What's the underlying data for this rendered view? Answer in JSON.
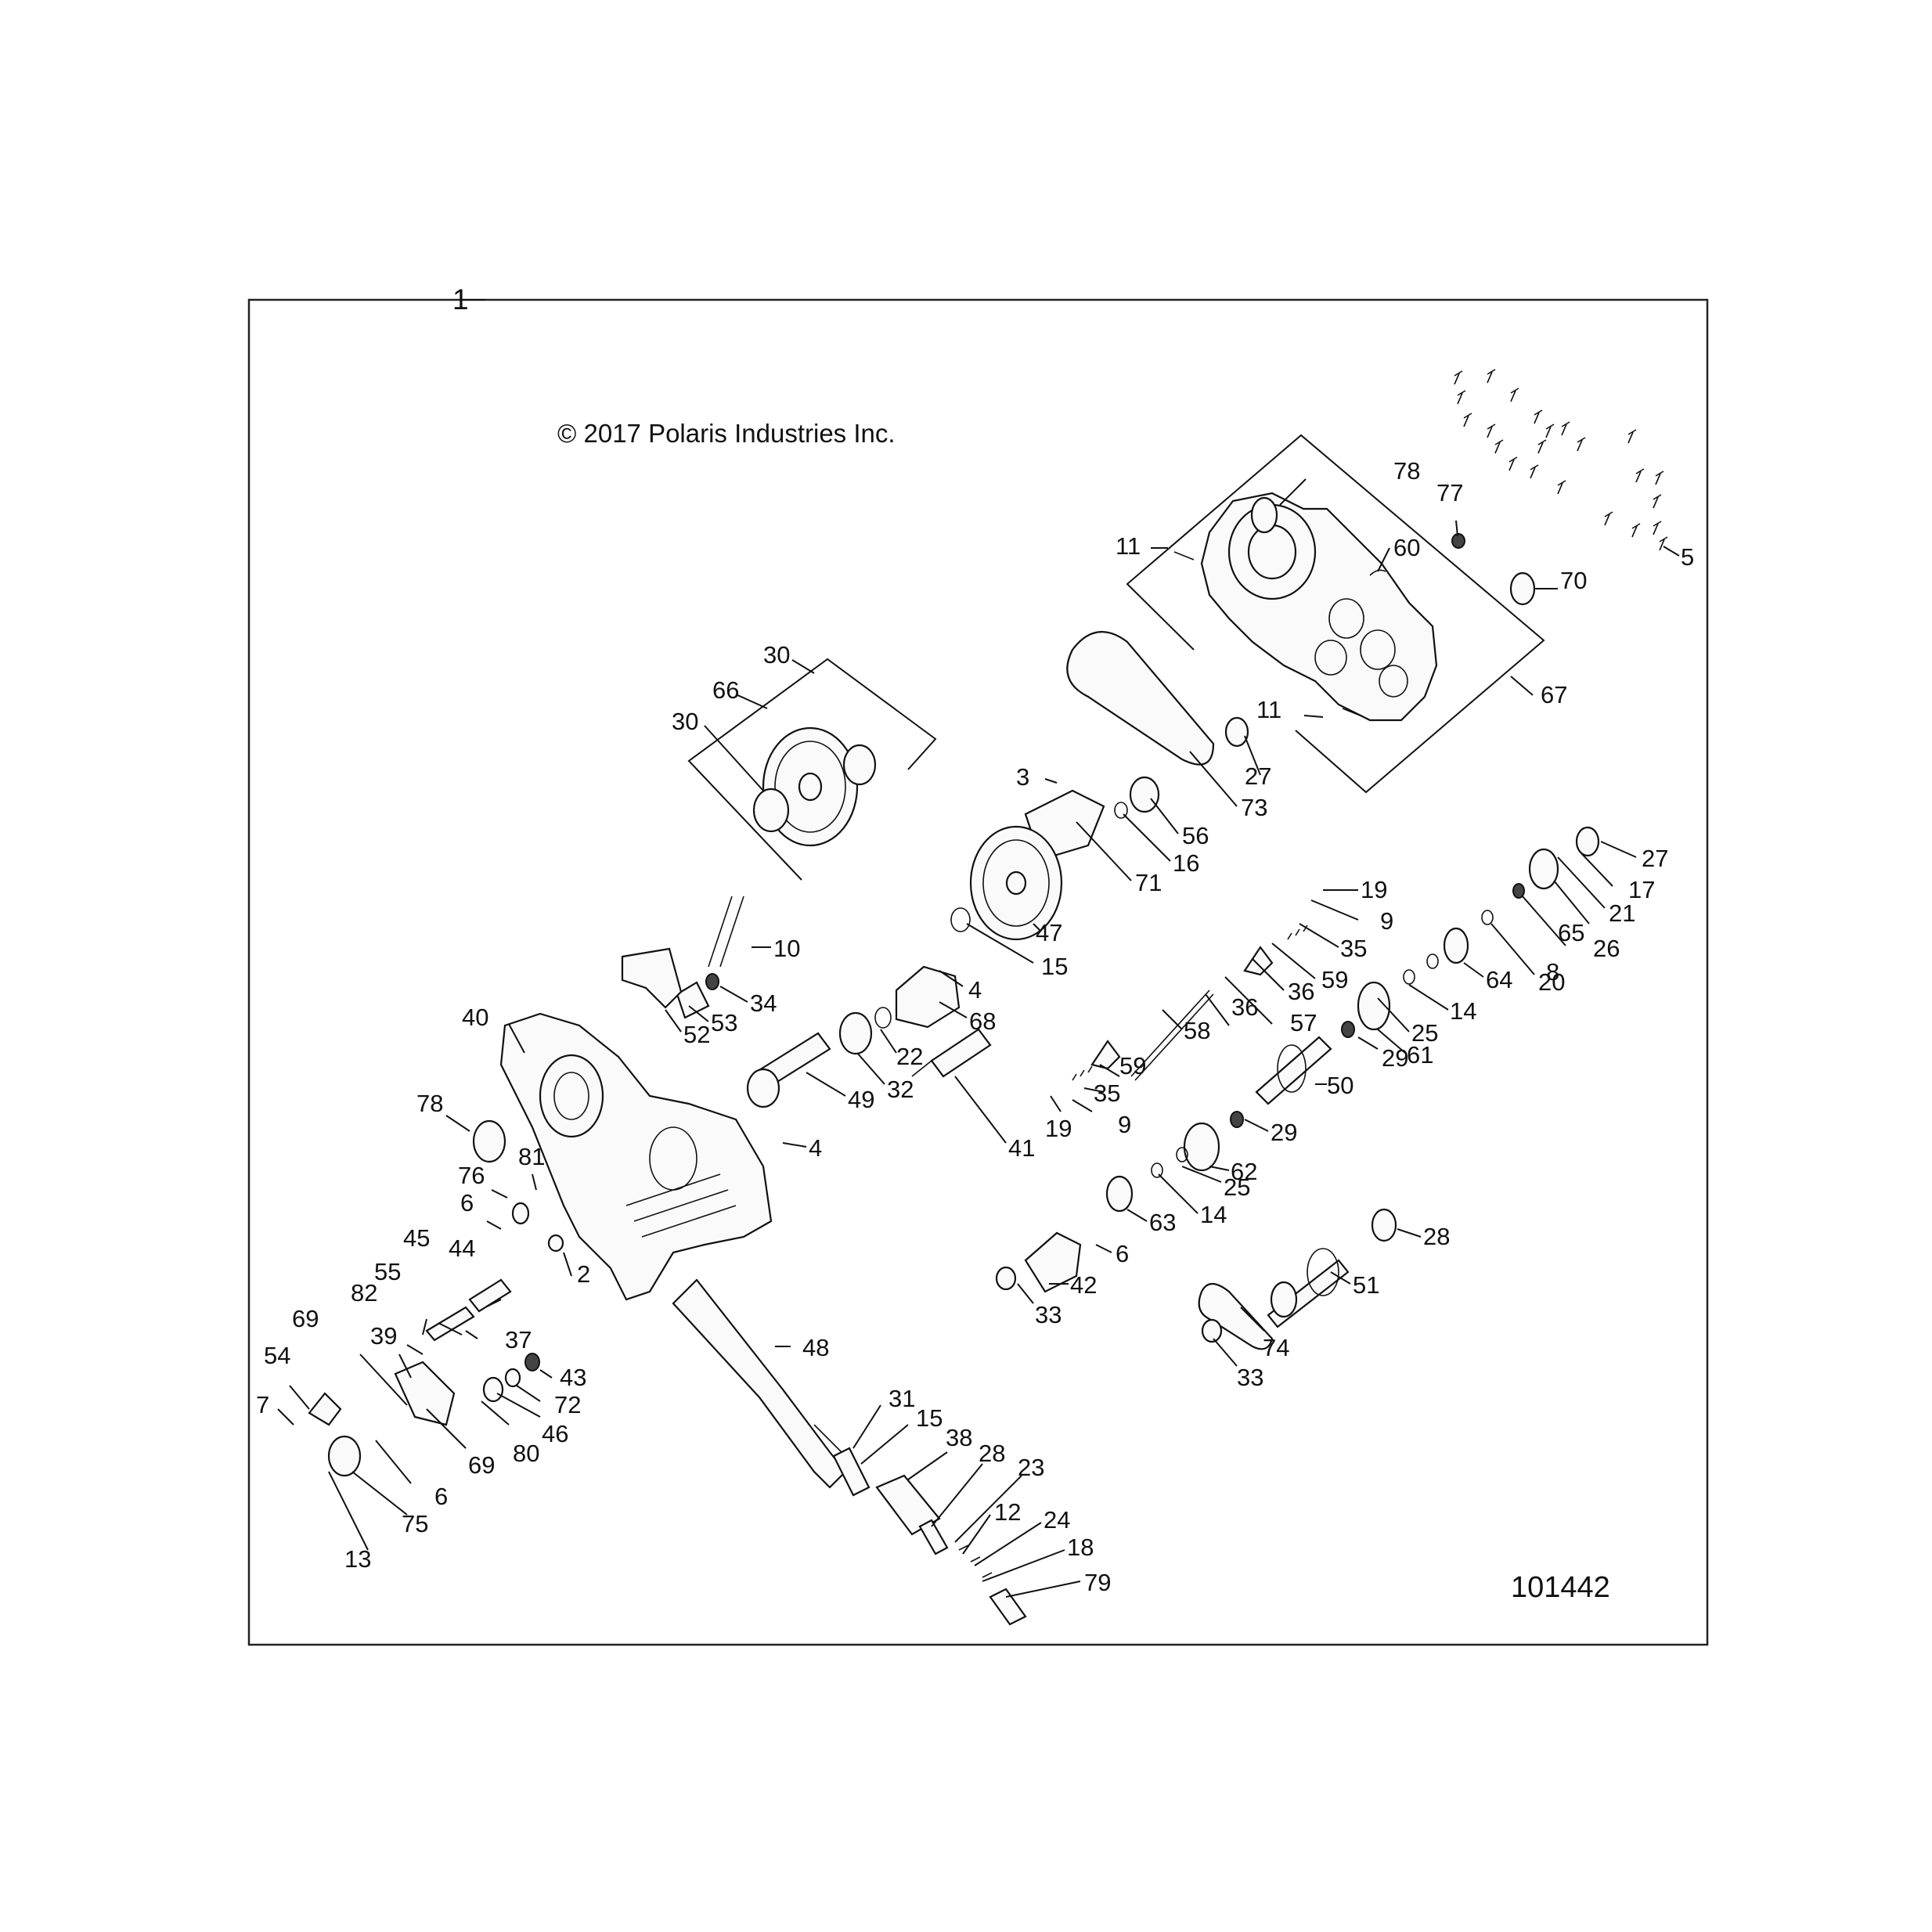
{
  "diagram": {
    "copyright": "© 2017 Polaris Industries Inc.",
    "illustration_number": "101442",
    "assembly_label": "1",
    "callouts": [
      {
        "id": "c5",
        "label": "5"
      },
      {
        "id": "c11a",
        "label": "11"
      },
      {
        "id": "c78a",
        "label": "78"
      },
      {
        "id": "c77",
        "label": "77"
      },
      {
        "id": "c60",
        "label": "60"
      },
      {
        "id": "c70",
        "label": "70"
      },
      {
        "id": "c11b",
        "label": "11"
      },
      {
        "id": "c67",
        "label": "67"
      },
      {
        "id": "c30a",
        "label": "30"
      },
      {
        "id": "c66",
        "label": "66"
      },
      {
        "id": "c30b",
        "label": "30"
      },
      {
        "id": "c27a",
        "label": "27"
      },
      {
        "id": "c73",
        "label": "73"
      },
      {
        "id": "c3",
        "label": "3"
      },
      {
        "id": "c56",
        "label": "56"
      },
      {
        "id": "c16",
        "label": "16"
      },
      {
        "id": "c71",
        "label": "71"
      },
      {
        "id": "c27b",
        "label": "27"
      },
      {
        "id": "c17",
        "label": "17"
      },
      {
        "id": "c21",
        "label": "21"
      },
      {
        "id": "c65",
        "label": "65"
      },
      {
        "id": "c26",
        "label": "26"
      },
      {
        "id": "c8",
        "label": "8"
      },
      {
        "id": "c20",
        "label": "20"
      },
      {
        "id": "c19a",
        "label": "19"
      },
      {
        "id": "c9a",
        "label": "9"
      },
      {
        "id": "c35a",
        "label": "35"
      },
      {
        "id": "c59a",
        "label": "59"
      },
      {
        "id": "c36a",
        "label": "36"
      },
      {
        "id": "c57",
        "label": "57"
      },
      {
        "id": "c36b",
        "label": "36"
      },
      {
        "id": "c47",
        "label": "47"
      },
      {
        "id": "c15a",
        "label": "15"
      },
      {
        "id": "c10",
        "label": "10"
      },
      {
        "id": "c34",
        "label": "34"
      },
      {
        "id": "c53",
        "label": "53"
      },
      {
        "id": "c52",
        "label": "52"
      },
      {
        "id": "c4a",
        "label": "4"
      },
      {
        "id": "c68",
        "label": "68"
      },
      {
        "id": "c22",
        "label": "22"
      },
      {
        "id": "c32",
        "label": "32"
      },
      {
        "id": "c58",
        "label": "58"
      },
      {
        "id": "c64",
        "label": "64"
      },
      {
        "id": "c14a",
        "label": "14"
      },
      {
        "id": "c25a",
        "label": "25"
      },
      {
        "id": "c61",
        "label": "61"
      },
      {
        "id": "c29a",
        "label": "29"
      },
      {
        "id": "c40",
        "label": "40"
      },
      {
        "id": "c49",
        "label": "49"
      },
      {
        "id": "c59b",
        "label": "59"
      },
      {
        "id": "c35b",
        "label": "35"
      },
      {
        "id": "c19b",
        "label": "19"
      },
      {
        "id": "c9b",
        "label": "9"
      },
      {
        "id": "c50",
        "label": "50"
      },
      {
        "id": "c29b",
        "label": "29"
      },
      {
        "id": "c78b",
        "label": "78"
      },
      {
        "id": "c4b",
        "label": "4"
      },
      {
        "id": "c41",
        "label": "41"
      },
      {
        "id": "c62",
        "label": "62"
      },
      {
        "id": "c25b",
        "label": "25"
      },
      {
        "id": "c14b",
        "label": "14"
      },
      {
        "id": "c76",
        "label": "76"
      },
      {
        "id": "c81",
        "label": "81"
      },
      {
        "id": "c6a",
        "label": "6"
      },
      {
        "id": "c63",
        "label": "63"
      },
      {
        "id": "c6b",
        "label": "6"
      },
      {
        "id": "c28a",
        "label": "28"
      },
      {
        "id": "c45",
        "label": "45"
      },
      {
        "id": "c44",
        "label": "44"
      },
      {
        "id": "c2",
        "label": "2"
      },
      {
        "id": "c42",
        "label": "42"
      },
      {
        "id": "c33a",
        "label": "33"
      },
      {
        "id": "c51",
        "label": "51"
      },
      {
        "id": "c55",
        "label": "55"
      },
      {
        "id": "c82",
        "label": "82"
      },
      {
        "id": "c37",
        "label": "37"
      },
      {
        "id": "c69a",
        "label": "69"
      },
      {
        "id": "c39",
        "label": "39"
      },
      {
        "id": "c48",
        "label": "48"
      },
      {
        "id": "c74",
        "label": "74"
      },
      {
        "id": "c33b",
        "label": "33"
      },
      {
        "id": "c54",
        "label": "54"
      },
      {
        "id": "c43",
        "label": "43"
      },
      {
        "id": "c72",
        "label": "72"
      },
      {
        "id": "c7",
        "label": "7"
      },
      {
        "id": "c80",
        "label": "80"
      },
      {
        "id": "c46",
        "label": "46"
      },
      {
        "id": "c31",
        "label": "31"
      },
      {
        "id": "c15b",
        "label": "15"
      },
      {
        "id": "c38",
        "label": "38"
      },
      {
        "id": "c69b",
        "label": "69"
      },
      {
        "id": "c6c",
        "label": "6"
      },
      {
        "id": "c28b",
        "label": "28"
      },
      {
        "id": "c23",
        "label": "23"
      },
      {
        "id": "c75",
        "label": "75"
      },
      {
        "id": "c12",
        "label": "12"
      },
      {
        "id": "c24",
        "label": "24"
      },
      {
        "id": "c13",
        "label": "13"
      },
      {
        "id": "c18",
        "label": "18"
      },
      {
        "id": "c79",
        "label": "79"
      }
    ]
  }
}
